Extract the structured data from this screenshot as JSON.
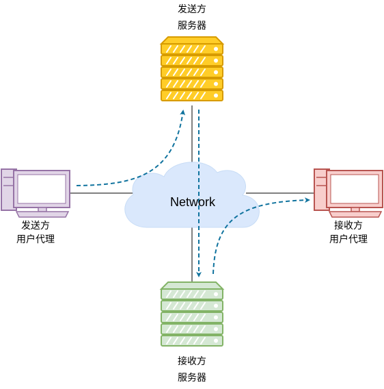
{
  "nodes": {
    "sender_server": {
      "line1": "发送方",
      "line2": "服务器",
      "color": "#d79b00",
      "fill": "#ffcd28"
    },
    "receiver_server": {
      "line1": "接收方",
      "line2": "服务器",
      "color": "#82b366",
      "fill": "#d5e8d4"
    },
    "sender_agent": {
      "line1": "发送方",
      "line2": "用户代理",
      "color": "#9673a6",
      "fill": "#e1d5e7"
    },
    "receiver_agent": {
      "line1": "接收方",
      "line2": "用户代理",
      "color": "#b85450",
      "fill": "#f8cecc"
    },
    "network": {
      "label": "Network",
      "fill": "#dae8fc",
      "stroke": "#c7dcf6"
    }
  },
  "arrow_color": "#10739e",
  "line_color": "#000000"
}
